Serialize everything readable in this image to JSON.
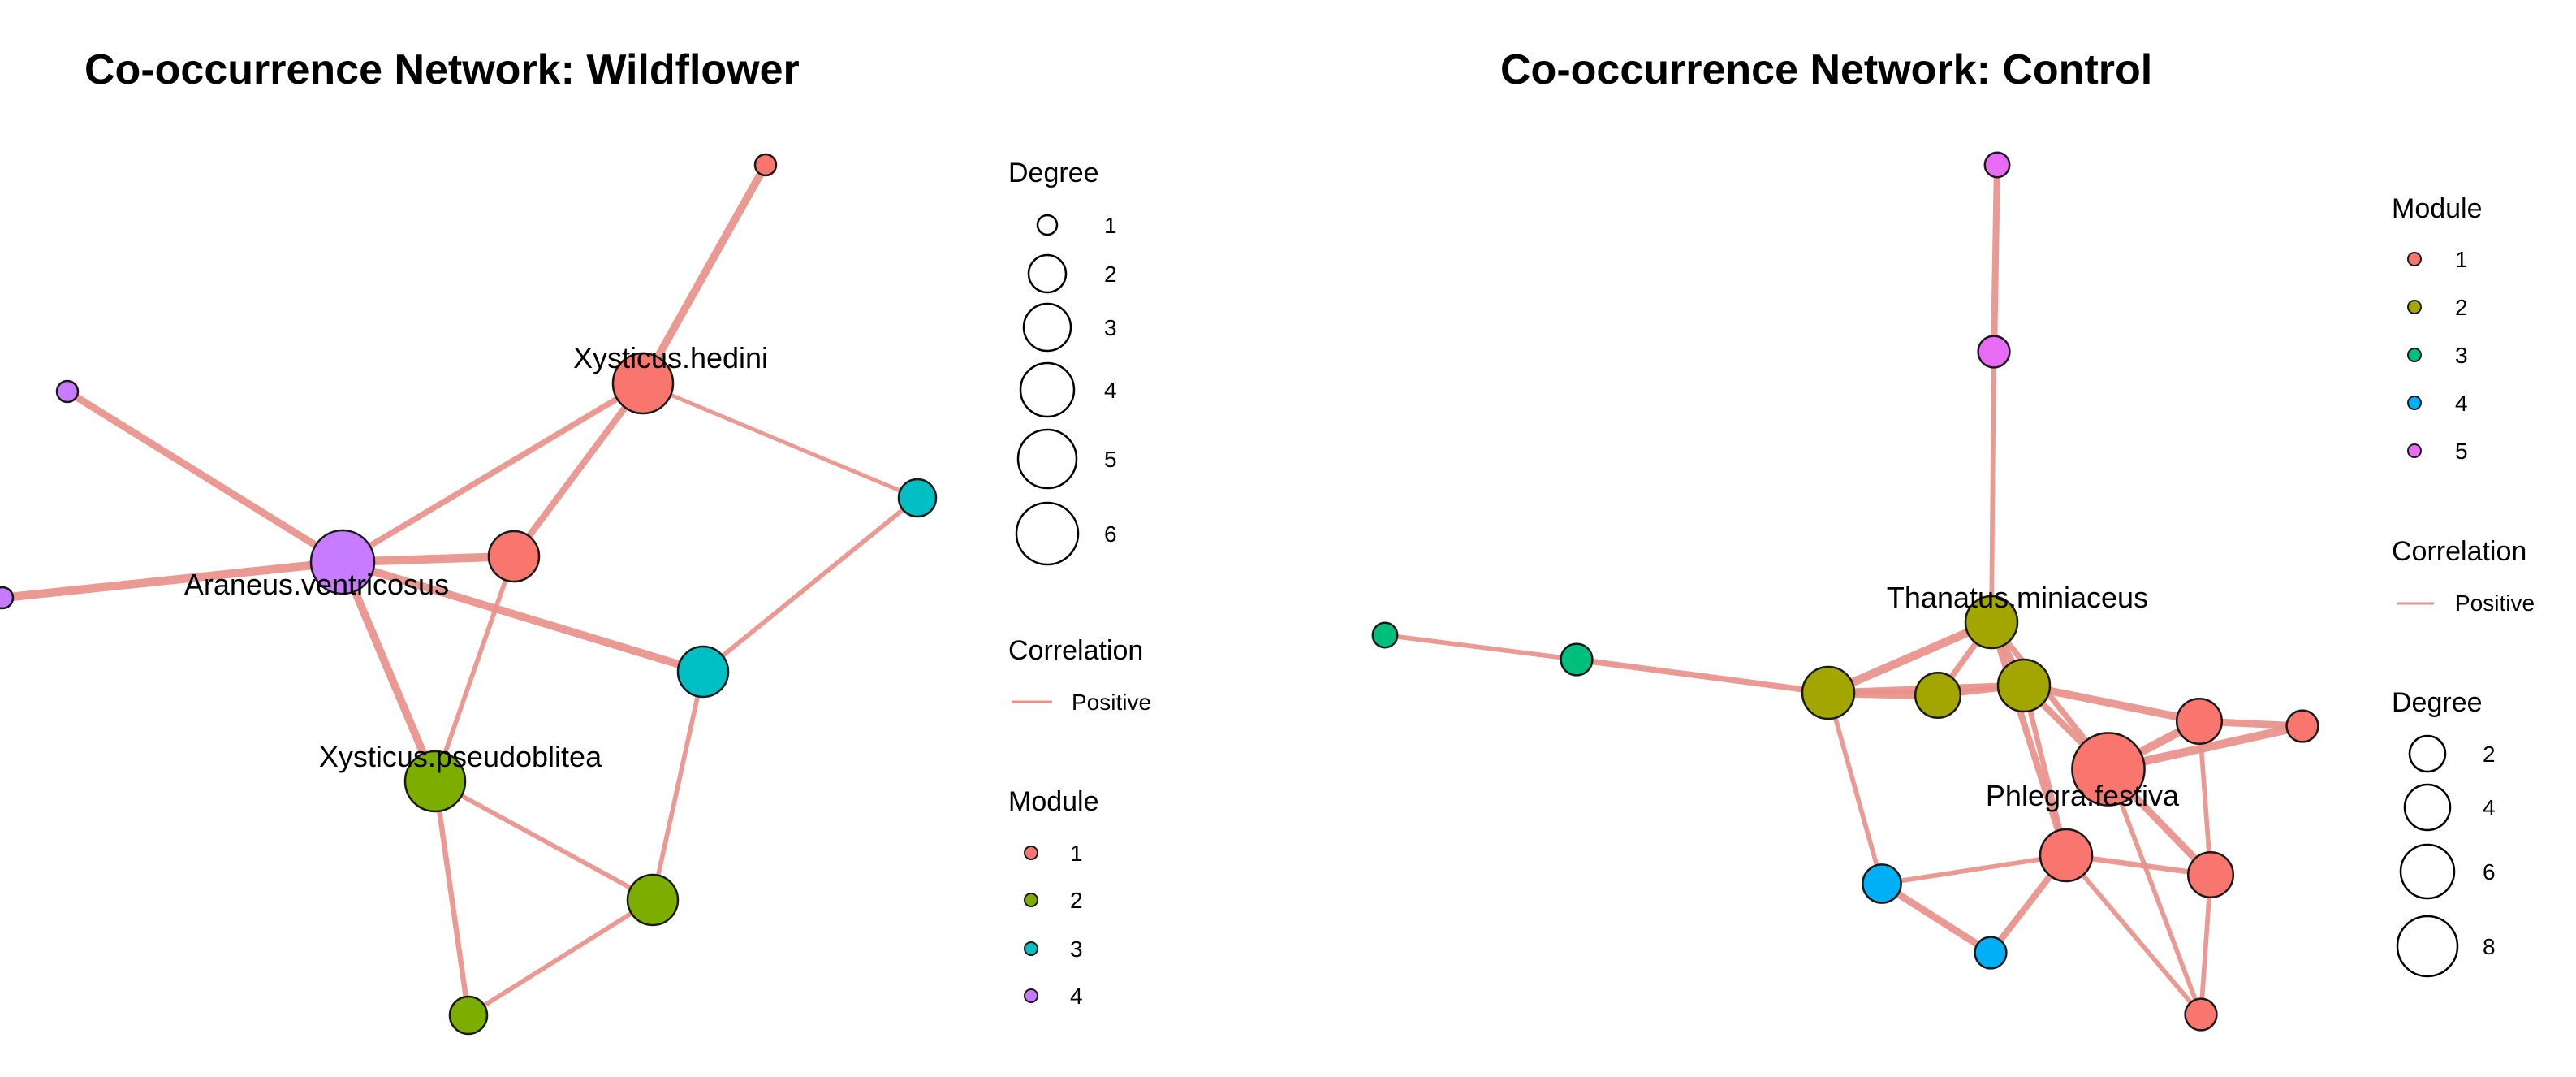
{
  "colors": {
    "edge_positive": "#E8908A",
    "wild_module_1": "#F8766D",
    "wild_module_2": "#7CAE00",
    "wild_module_3": "#00BFC4",
    "wild_module_4": "#C77CFF",
    "ctrl_module_1": "#F8766D",
    "ctrl_module_2": "#A3A500",
    "ctrl_module_3": "#00BF7D",
    "ctrl_module_4": "#00B0F6",
    "ctrl_module_5": "#E76BF3"
  },
  "chart_data": [
    {
      "type": "network",
      "title": "Co-occurrence Network: Wildflower",
      "legend": {
        "degree_title": "Degree",
        "degree_values": [
          "1",
          "2",
          "3",
          "4",
          "5",
          "6"
        ],
        "correlation_title": "Correlation",
        "correlation_label": "Positive",
        "module_title": "Module",
        "module_values": [
          "1",
          "2",
          "3",
          "4"
        ]
      },
      "nodes": [
        {
          "id": "w0",
          "module": 1,
          "degree": 1
        },
        {
          "id": "w1",
          "module": 4,
          "degree": 1
        },
        {
          "id": "w2",
          "module": 1,
          "degree": 4,
          "label": "Xysticus.hedini"
        },
        {
          "id": "w3",
          "module": 3,
          "degree": 2
        },
        {
          "id": "w4",
          "module": 4,
          "degree": 6,
          "label": "Araneus.ventricosus"
        },
        {
          "id": "w5",
          "module": 1,
          "degree": 3
        },
        {
          "id": "w6",
          "module": 4,
          "degree": 1
        },
        {
          "id": "w7",
          "module": 3,
          "degree": 3
        },
        {
          "id": "w8",
          "module": 2,
          "degree": 4,
          "label": "Xysticus.pseudoblitea"
        },
        {
          "id": "w9",
          "module": 2,
          "degree": 3
        },
        {
          "id": "w10",
          "module": 2,
          "degree": 2
        }
      ],
      "edges": [
        {
          "from": "w0",
          "to": "w2",
          "weight": 0.9
        },
        {
          "from": "w1",
          "to": "w4",
          "weight": 0.8
        },
        {
          "from": "w6",
          "to": "w4",
          "weight": 1.0
        },
        {
          "from": "w4",
          "to": "w2",
          "weight": 0.6
        },
        {
          "from": "w4",
          "to": "w5",
          "weight": 1.0
        },
        {
          "from": "w4",
          "to": "w7",
          "weight": 0.9
        },
        {
          "from": "w4",
          "to": "w8",
          "weight": 0.9
        },
        {
          "from": "w2",
          "to": "w5",
          "weight": 0.7
        },
        {
          "from": "w2",
          "to": "w3",
          "weight": 0.3
        },
        {
          "from": "w5",
          "to": "w8",
          "weight": 0.4
        },
        {
          "from": "w3",
          "to": "w7",
          "weight": 0.4
        },
        {
          "from": "w7",
          "to": "w9",
          "weight": 0.4
        },
        {
          "from": "w8",
          "to": "w9",
          "weight": 0.4
        },
        {
          "from": "w8",
          "to": "w10",
          "weight": 0.5
        },
        {
          "from": "w9",
          "to": "w10",
          "weight": 0.4
        }
      ]
    },
    {
      "type": "network",
      "title": "Co-occurrence Network: Control",
      "legend": {
        "module_title": "Module",
        "module_values": [
          "1",
          "2",
          "3",
          "4",
          "5"
        ],
        "correlation_title": "Correlation",
        "correlation_label": "Positive",
        "degree_title": "Degree",
        "degree_values": [
          "2",
          "4",
          "6",
          "8"
        ]
      },
      "nodes": [
        {
          "id": "c0",
          "module": 5,
          "degree": 1
        },
        {
          "id": "c1",
          "module": 5,
          "degree": 2
        },
        {
          "id": "c2",
          "module": 2,
          "degree": 5,
          "label": "Thanatus.miniaceus"
        },
        {
          "id": "c3",
          "module": 3,
          "degree": 1
        },
        {
          "id": "c4",
          "module": 3,
          "degree": 2
        },
        {
          "id": "c5",
          "module": 2,
          "degree": 5
        },
        {
          "id": "c6",
          "module": 2,
          "degree": 4
        },
        {
          "id": "c7",
          "module": 2,
          "degree": 5
        },
        {
          "id": "c8",
          "module": 1,
          "degree": 4
        },
        {
          "id": "c9",
          "module": 1,
          "degree": 2
        },
        {
          "id": "c10",
          "module": 1,
          "degree": 8,
          "label": "Phlegra.festiva"
        },
        {
          "id": "c11",
          "module": 1,
          "degree": 5
        },
        {
          "id": "c12",
          "module": 1,
          "degree": 4
        },
        {
          "id": "c13",
          "module": 4,
          "degree": 3
        },
        {
          "id": "c14",
          "module": 4,
          "degree": 2
        },
        {
          "id": "c15",
          "module": 1,
          "degree": 2
        }
      ],
      "edges": [
        {
          "from": "c0",
          "to": "c1",
          "weight": 0.7
        },
        {
          "from": "c1",
          "to": "c2",
          "weight": 0.4
        },
        {
          "from": "c3",
          "to": "c4",
          "weight": 0.4
        },
        {
          "from": "c4",
          "to": "c5",
          "weight": 0.6
        },
        {
          "from": "c5",
          "to": "c2",
          "weight": 1.0
        },
        {
          "from": "c5",
          "to": "c6",
          "weight": 1.0
        },
        {
          "from": "c5",
          "to": "c7",
          "weight": 0.8
        },
        {
          "from": "c5",
          "to": "c13",
          "weight": 0.4
        },
        {
          "from": "c2",
          "to": "c6",
          "weight": 0.6
        },
        {
          "from": "c2",
          "to": "c7",
          "weight": 0.8
        },
        {
          "from": "c2",
          "to": "c10",
          "weight": 0.6
        },
        {
          "from": "c2",
          "to": "c11",
          "weight": 0.7
        },
        {
          "from": "c6",
          "to": "c7",
          "weight": 0.6
        },
        {
          "from": "c7",
          "to": "c8",
          "weight": 0.9
        },
        {
          "from": "c7",
          "to": "c10",
          "weight": 0.7
        },
        {
          "from": "c7",
          "to": "c11",
          "weight": 0.5
        },
        {
          "from": "c8",
          "to": "c9",
          "weight": 0.8
        },
        {
          "from": "c10",
          "to": "c8",
          "weight": 1.0
        },
        {
          "from": "c10",
          "to": "c9",
          "weight": 1.0
        },
        {
          "from": "c10",
          "to": "c12",
          "weight": 0.8
        },
        {
          "from": "c10",
          "to": "c15",
          "weight": 0.4
        },
        {
          "from": "c8",
          "to": "c12",
          "weight": 0.4
        },
        {
          "from": "c11",
          "to": "c12",
          "weight": 0.5
        },
        {
          "from": "c11",
          "to": "c13",
          "weight": 0.4
        },
        {
          "from": "c11",
          "to": "c14",
          "weight": 0.7
        },
        {
          "from": "c11",
          "to": "c15",
          "weight": 0.4
        },
        {
          "from": "c12",
          "to": "c15",
          "weight": 0.4
        },
        {
          "from": "c13",
          "to": "c14",
          "weight": 0.8
        }
      ]
    }
  ]
}
